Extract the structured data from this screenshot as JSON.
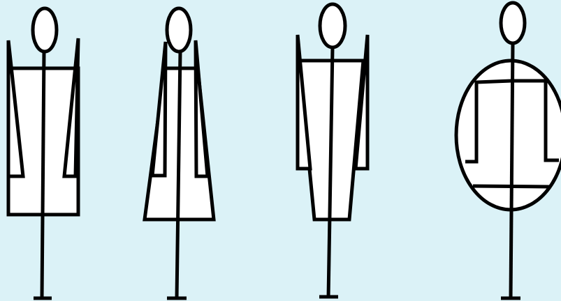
{
  "colors": {
    "background": "#dbf2f7",
    "ink": "#000000",
    "paper": "#ffffff"
  },
  "figures": [
    {
      "id": "figure-1",
      "silhouette": "rectangle",
      "arms": "raised-outward"
    },
    {
      "id": "figure-2",
      "silhouette": "a-line",
      "arms": "raised-outward"
    },
    {
      "id": "figure-3",
      "silhouette": "inverted-triangle",
      "arms": "raised-outward"
    },
    {
      "id": "figure-4",
      "silhouette": "oval",
      "arms": "bent-down"
    }
  ]
}
